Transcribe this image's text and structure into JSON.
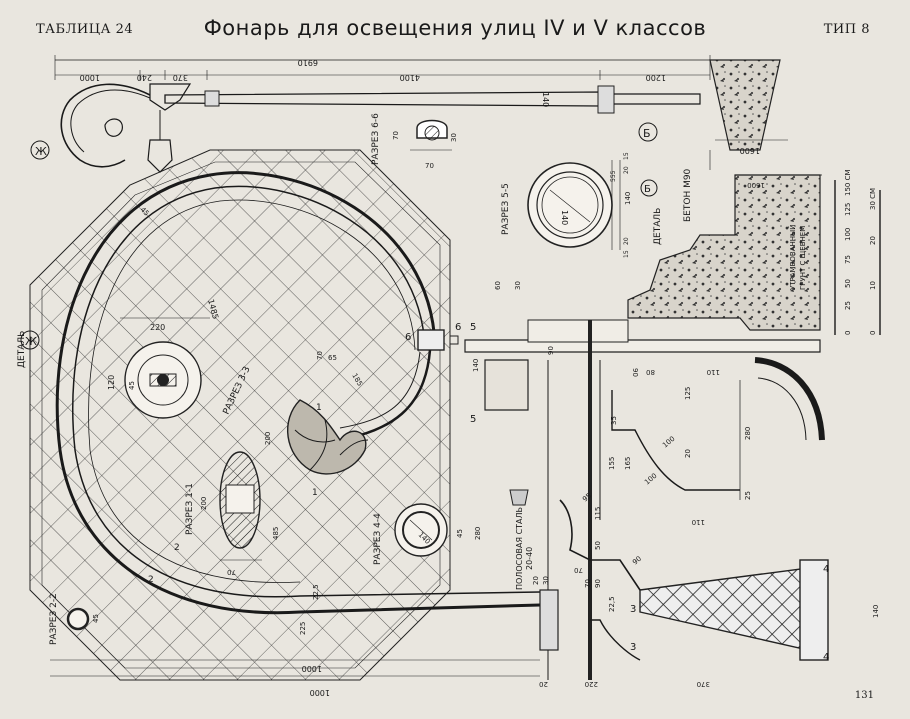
{
  "header": {
    "title": "Фонарь для освещения улиц IV и V классов",
    "table": "ТАБЛИЦА 24",
    "type": "ТИП 8"
  },
  "page_number": "131",
  "labels": {
    "detail_zh": "ДЕТАЛЬ",
    "detail_b": "ДЕТАЛЬ",
    "sec_1_1": "РАЗРЕЗ 1-1",
    "sec_2_2": "РАЗРЕЗ 2-2",
    "sec_3_3": "РАЗРЕЗ 3-3",
    "sec_4_4": "РАЗРЕЗ 4-4",
    "sec_5_5": "РАЗРЕЗ 5-5",
    "sec_6_6": "РАЗРЕЗ 6-6",
    "beton": "БЕТОН М90",
    "soil_1": "УТРАМБОВАННЫЙ",
    "soil_2": "ГРУНТ С ЩЕБНЕМ",
    "steel_1": "ПОЛОСОВАЯ СТАЛЬ",
    "steel_2": "20-40",
    "mark_zh": "Ж",
    "mark_b": "Б"
  },
  "dims": {
    "total": "6910",
    "d1000": "1000",
    "d240": "240",
    "d370": "370",
    "d4100": "4100",
    "d1200": "1200",
    "d140": "140",
    "d1600": "1600",
    "s66_70": "70",
    "s66_30": "30",
    "s66_70b": "70",
    "s55_140": "140",
    "s55_15": "15",
    "s55_20": "20",
    "s55_555": "555",
    "s55_140r": "140",
    "s55_20b": "20",
    "s55_15b": "15",
    "s33_220": "220",
    "s33_120": "120",
    "s33_45": "45",
    "arc_1485": "1485",
    "arc_45": "45",
    "arc_70": "70",
    "arc_65": "65",
    "arc_185": "185",
    "d200": "200",
    "d485": "485",
    "s11_200": "200",
    "s11_70": "70",
    "s44_140": "140",
    "s44_45": "45",
    "s44_280": "280",
    "s22_45": "45",
    "b_1000": "1000",
    "b_225a": "22,5",
    "b_225b": "225",
    "b_20": "20",
    "b_220": "220",
    "b_370": "370",
    "b_140": "140",
    "n_60": "60",
    "n_30": "30",
    "n_90": "90",
    "n_140": "140",
    "n_90b": "90",
    "n_80": "80",
    "n_110": "110",
    "n_35": "35",
    "n_125": "125",
    "n_100": "100",
    "n_155": "155",
    "n_165": "165",
    "n_20": "20",
    "n_100b": "100",
    "n_280": "280",
    "n_25": "25",
    "n_110b": "110",
    "l_95": "95",
    "l_115": "115",
    "l_50": "50",
    "l_70": "70",
    "l_90": "90",
    "l_70b": "70",
    "l_90b": "90",
    "l_225": "22,5",
    "l_20": "20",
    "l_30": "30",
    "sc_0": "0",
    "sc_25": "25",
    "sc_50": "50",
    "sc_75": "75",
    "sc_100": "100",
    "sc_125": "125",
    "sc_150": "150 CM",
    "sc2_0": "0",
    "sc2_10": "10",
    "sc2_20": "20",
    "sc2_30": "30 CM",
    "b_1600": "1600"
  },
  "markers": {
    "m1": "1",
    "m2": "2",
    "m3": "3",
    "m4": "4",
    "m5": "5",
    "m6": "6",
    "m1b": "1",
    "m2b": "2",
    "m3b": "3",
    "m4b": "4",
    "m5b": "5",
    "m6b": "6"
  }
}
